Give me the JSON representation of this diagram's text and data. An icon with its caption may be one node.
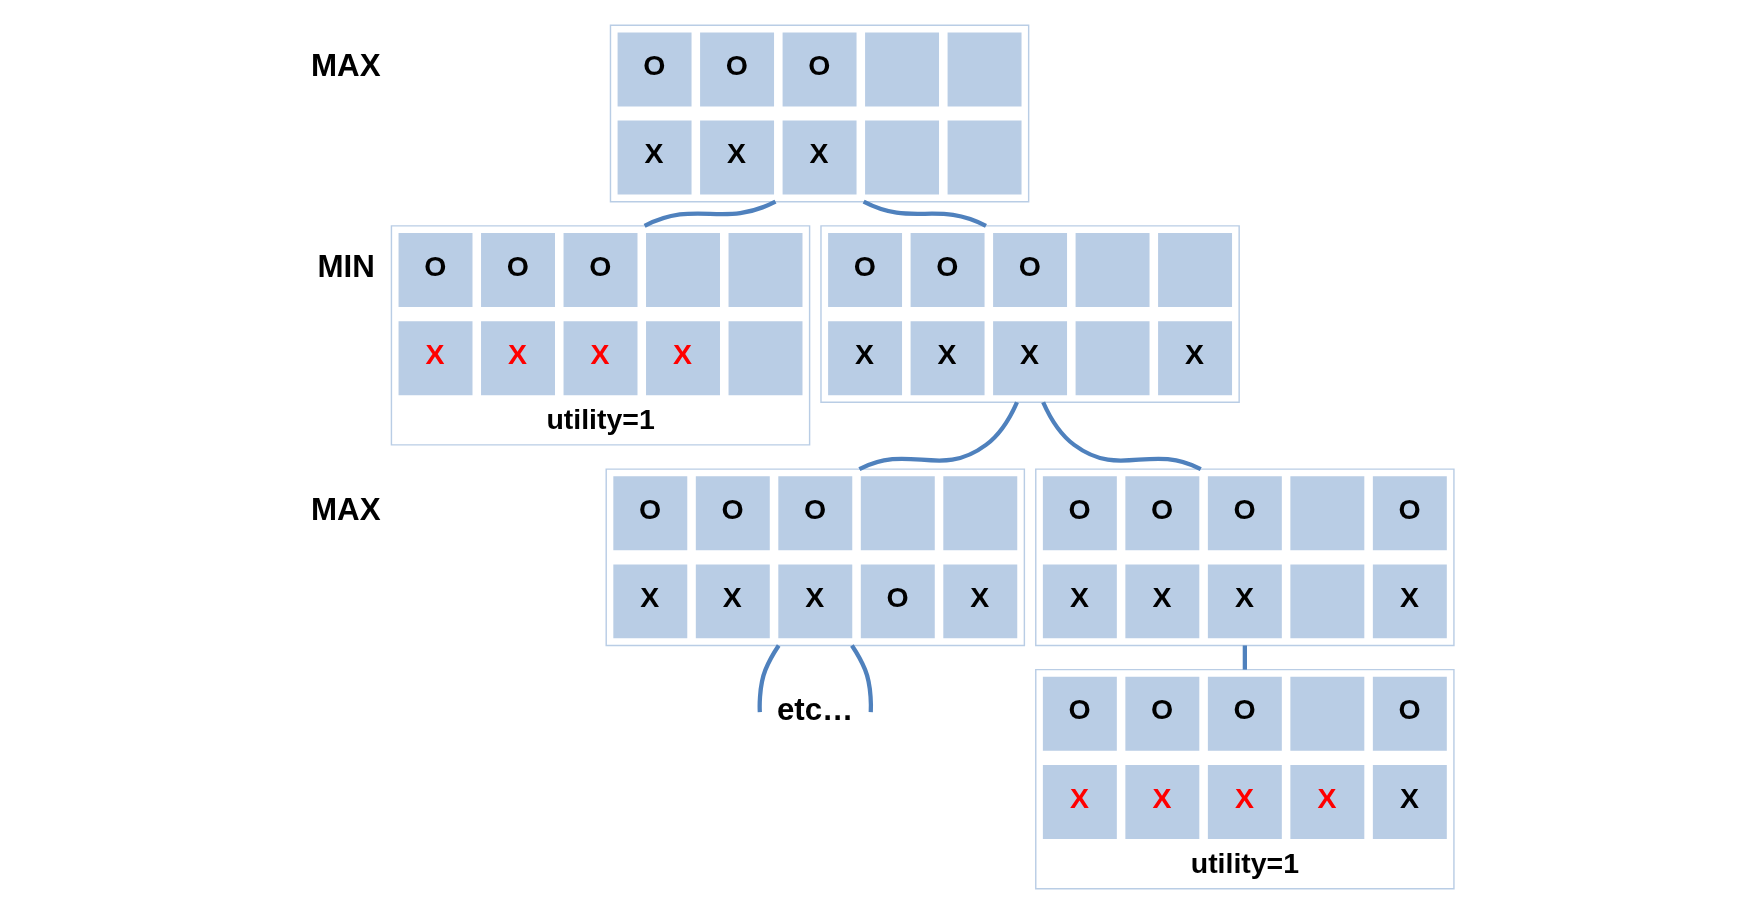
{
  "diagram": {
    "nodes": [
      {
        "text": [],
        "shape": "box"
      },
      {
        "text": [
          "O"
        ],
        "in": 0
      },
      {
        "text": [
          "O"
        ],
        "in": 0
      },
      {
        "text": [
          "O"
        ],
        "in": 0
      },
      {
        "text": [],
        "shape": "box",
        "in": 0
      },
      {
        "text": [],
        "shape": "box",
        "in": 0
      },
      {
        "text": [
          "X"
        ],
        "in": 0
      },
      {
        "text": [
          "X"
        ],
        "in": 0
      },
      {
        "text": [
          "X"
        ],
        "in": 0
      },
      {
        "text": [],
        "shape": "box",
        "in": 0
      },
      {
        "text": [],
        "shape": "box",
        "in": 0
      },
      {
        "text": [],
        "shape": "box",
        "beside": [
          "utility=1"
        ]
      },
      {
        "text": [
          "O"
        ],
        "in": 11
      },
      {
        "text": [
          "O"
        ],
        "in": 11
      },
      {
        "text": [
          "O"
        ],
        "in": 11
      },
      {
        "text": [],
        "shape": "box",
        "in": 11
      },
      {
        "text": [],
        "shape": "box",
        "in": 11
      },
      {
        "text": [
          "X"
        ],
        "in": 11
      },
      {
        "text": [
          "X"
        ],
        "in": 11
      },
      {
        "text": [
          "X"
        ],
        "in": 11
      },
      {
        "text": [
          "X"
        ],
        "in": 11
      },
      {
        "text": [],
        "shape": "box",
        "in": 11
      },
      {
        "text": [],
        "shape": "box"
      },
      {
        "text": [
          "O"
        ],
        "in": 22
      },
      {
        "text": [
          "O"
        ],
        "in": 22
      },
      {
        "text": [
          "O"
        ],
        "in": 22
      },
      {
        "text": [],
        "shape": "box",
        "in": 22
      },
      {
        "text": [],
        "shape": "box",
        "in": 22
      },
      {
        "text": [
          "X"
        ],
        "in": 22
      },
      {
        "text": [
          "X"
        ],
        "in": 22
      },
      {
        "text": [
          "X"
        ],
        "in": 22
      },
      {
        "text": [],
        "shape": "box",
        "in": 22
      },
      {
        "text": [
          "X"
        ],
        "in": 22
      },
      {
        "text": [],
        "shape": "box"
      },
      {
        "text": [
          "O"
        ],
        "in": 33
      },
      {
        "text": [
          "O"
        ],
        "in": 33
      },
      {
        "text": [
          "O"
        ],
        "in": 33
      },
      {
        "text": [],
        "shape": "box",
        "in": 33
      },
      {
        "text": [],
        "shape": "box",
        "in": 33
      },
      {
        "text": [
          "X"
        ],
        "in": 33
      },
      {
        "text": [
          "X"
        ],
        "in": 33
      },
      {
        "text": [
          "X"
        ],
        "in": 33
      },
      {
        "text": [
          "O"
        ],
        "in": 33
      },
      {
        "text": [
          "X"
        ],
        "in": 33
      },
      {
        "text": [],
        "shape": "box"
      },
      {
        "text": [
          "O"
        ],
        "in": 44
      },
      {
        "text": [
          "O"
        ],
        "in": 44
      },
      {
        "text": [
          "O"
        ],
        "in": 44
      },
      {
        "text": [],
        "shape": "box",
        "in": 44
      },
      {
        "text": [
          "O"
        ],
        "in": 44
      },
      {
        "text": [
          "X"
        ],
        "in": 44
      },
      {
        "text": [
          "X"
        ],
        "in": 44
      },
      {
        "text": [
          "X"
        ],
        "in": 44
      },
      {
        "text": [],
        "shape": "box",
        "in": 44
      },
      {
        "text": [
          "X"
        ],
        "in": 44
      },
      {
        "text": [],
        "shape": "box",
        "beside": [
          "utility=1"
        ]
      },
      {
        "text": [
          "O"
        ],
        "in": 55
      },
      {
        "text": [
          "O"
        ],
        "in": 55
      },
      {
        "text": [
          "O"
        ],
        "in": 55
      },
      {
        "text": [],
        "shape": "box",
        "in": 55
      },
      {
        "text": [
          "O"
        ],
        "in": 55
      },
      {
        "text": [
          "X"
        ],
        "in": 55
      },
      {
        "text": [
          "X"
        ],
        "in": 55
      },
      {
        "text": [
          "X"
        ],
        "in": 55
      },
      {
        "text": [
          "X"
        ],
        "in": 55
      },
      {
        "text": [
          "X"
        ],
        "in": 55
      }
    ],
    "edges": [
      {
        "from": 0,
        "to": 11,
        "arrow": "none"
      },
      {
        "from": 0,
        "to": 22,
        "arrow": "none"
      },
      {
        "from": 22,
        "to": 33,
        "arrow": "none"
      },
      {
        "from": 22,
        "to": 44,
        "arrow": "none"
      },
      {
        "from": 44,
        "to": 55,
        "arrow": "none"
      },
      {
        "from": 33,
        "to": null,
        "arrow": "none"
      },
      {
        "from": 33,
        "to": null,
        "arrow": "none"
      }
    ],
    "labels": [
      "MAX",
      "MIN",
      "MAX",
      "etc…"
    ]
  }
}
